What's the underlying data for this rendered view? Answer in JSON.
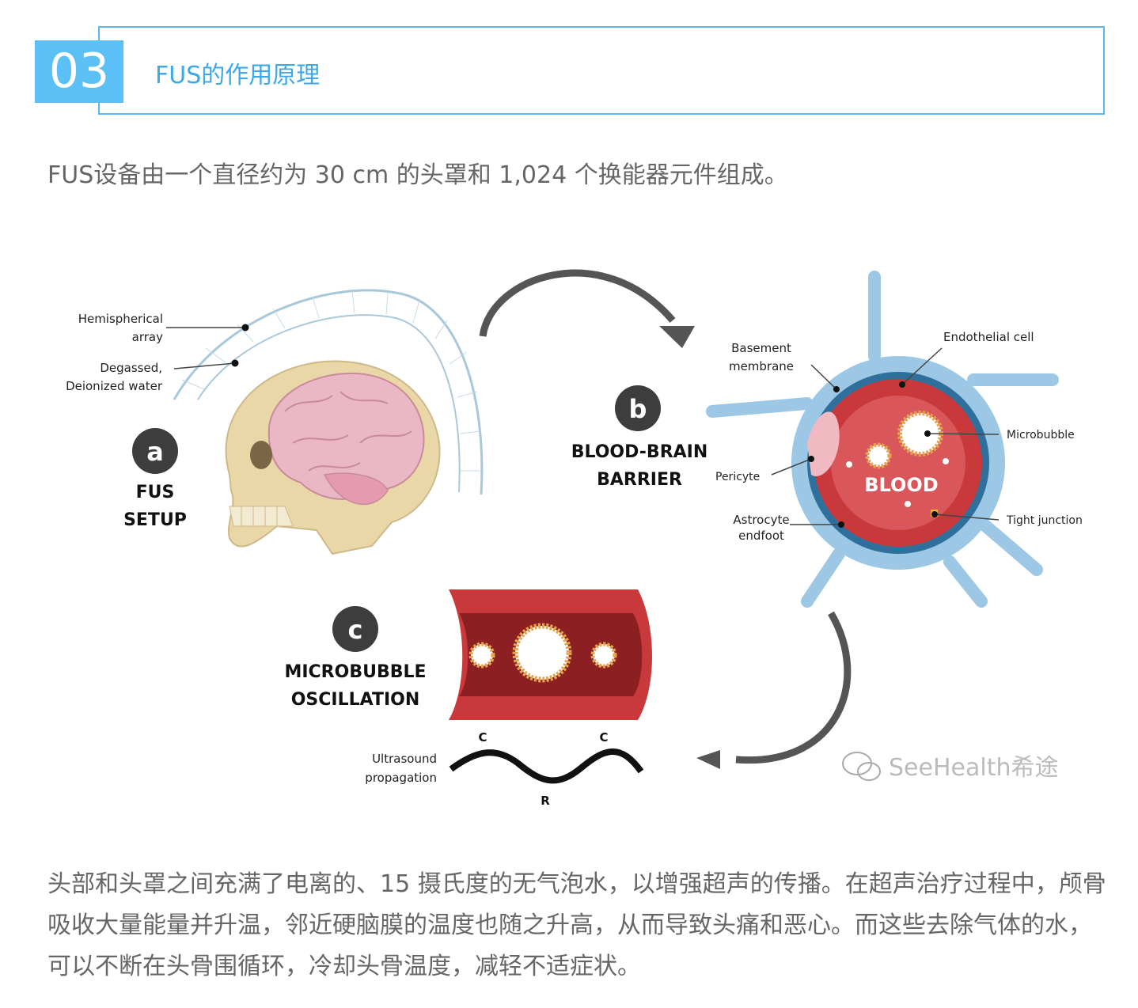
{
  "section": {
    "number": "03",
    "title": "FUS的作用原理"
  },
  "paragraph1": "FUS设备由一个直径约为 30 cm 的头罩和 1,024 个换能器元件组成。",
  "paragraph2": "头部和头罩之间充满了电离的、15 摄氏度的无气泡水，以增强超声的传播。在超声治疗过程中，颅骨吸收大量能量并升温，邻近硬脑膜的温度也随之升高，从而导致头痛和恶心。而这些去除气体的水，可以不断在头骨围循环，冷却头骨温度，减轻不适症状。",
  "figure": {
    "panel_a": {
      "letter": "a",
      "title_line1": "FUS",
      "title_line2": "SETUP",
      "label_array_1": "Hemispherical",
      "label_array_2": "array",
      "label_water_1": "Degassed,",
      "label_water_2": "Deionized water"
    },
    "panel_b": {
      "letter": "b",
      "title_line1": "BLOOD-BRAIN",
      "title_line2": "BARRIER",
      "basement_1": "Basement",
      "basement_2": "membrane",
      "endothelial": "Endothelial cell",
      "microbubble": "Microbubble",
      "pericyte": "Pericyte",
      "blood": "BLOOD",
      "astrocyte_1": "Astrocyte",
      "astrocyte_2": "endfoot",
      "tight_junction": "Tight junction"
    },
    "panel_c": {
      "letter": "c",
      "title_line1": "MICROBUBBLE",
      "title_line2": "OSCILLATION",
      "ultrasound_1": "Ultrasound",
      "ultrasound_2": "propagation",
      "c_left": "C",
      "c_right": "C",
      "r_label": "R"
    },
    "watermark": "SeeHealth希途"
  },
  "colors": {
    "accent": "#5bc0f5",
    "vessel_dark": "#8b1f22",
    "vessel_red": "#c9393c",
    "tissue_blue": "#9cc8e6"
  }
}
